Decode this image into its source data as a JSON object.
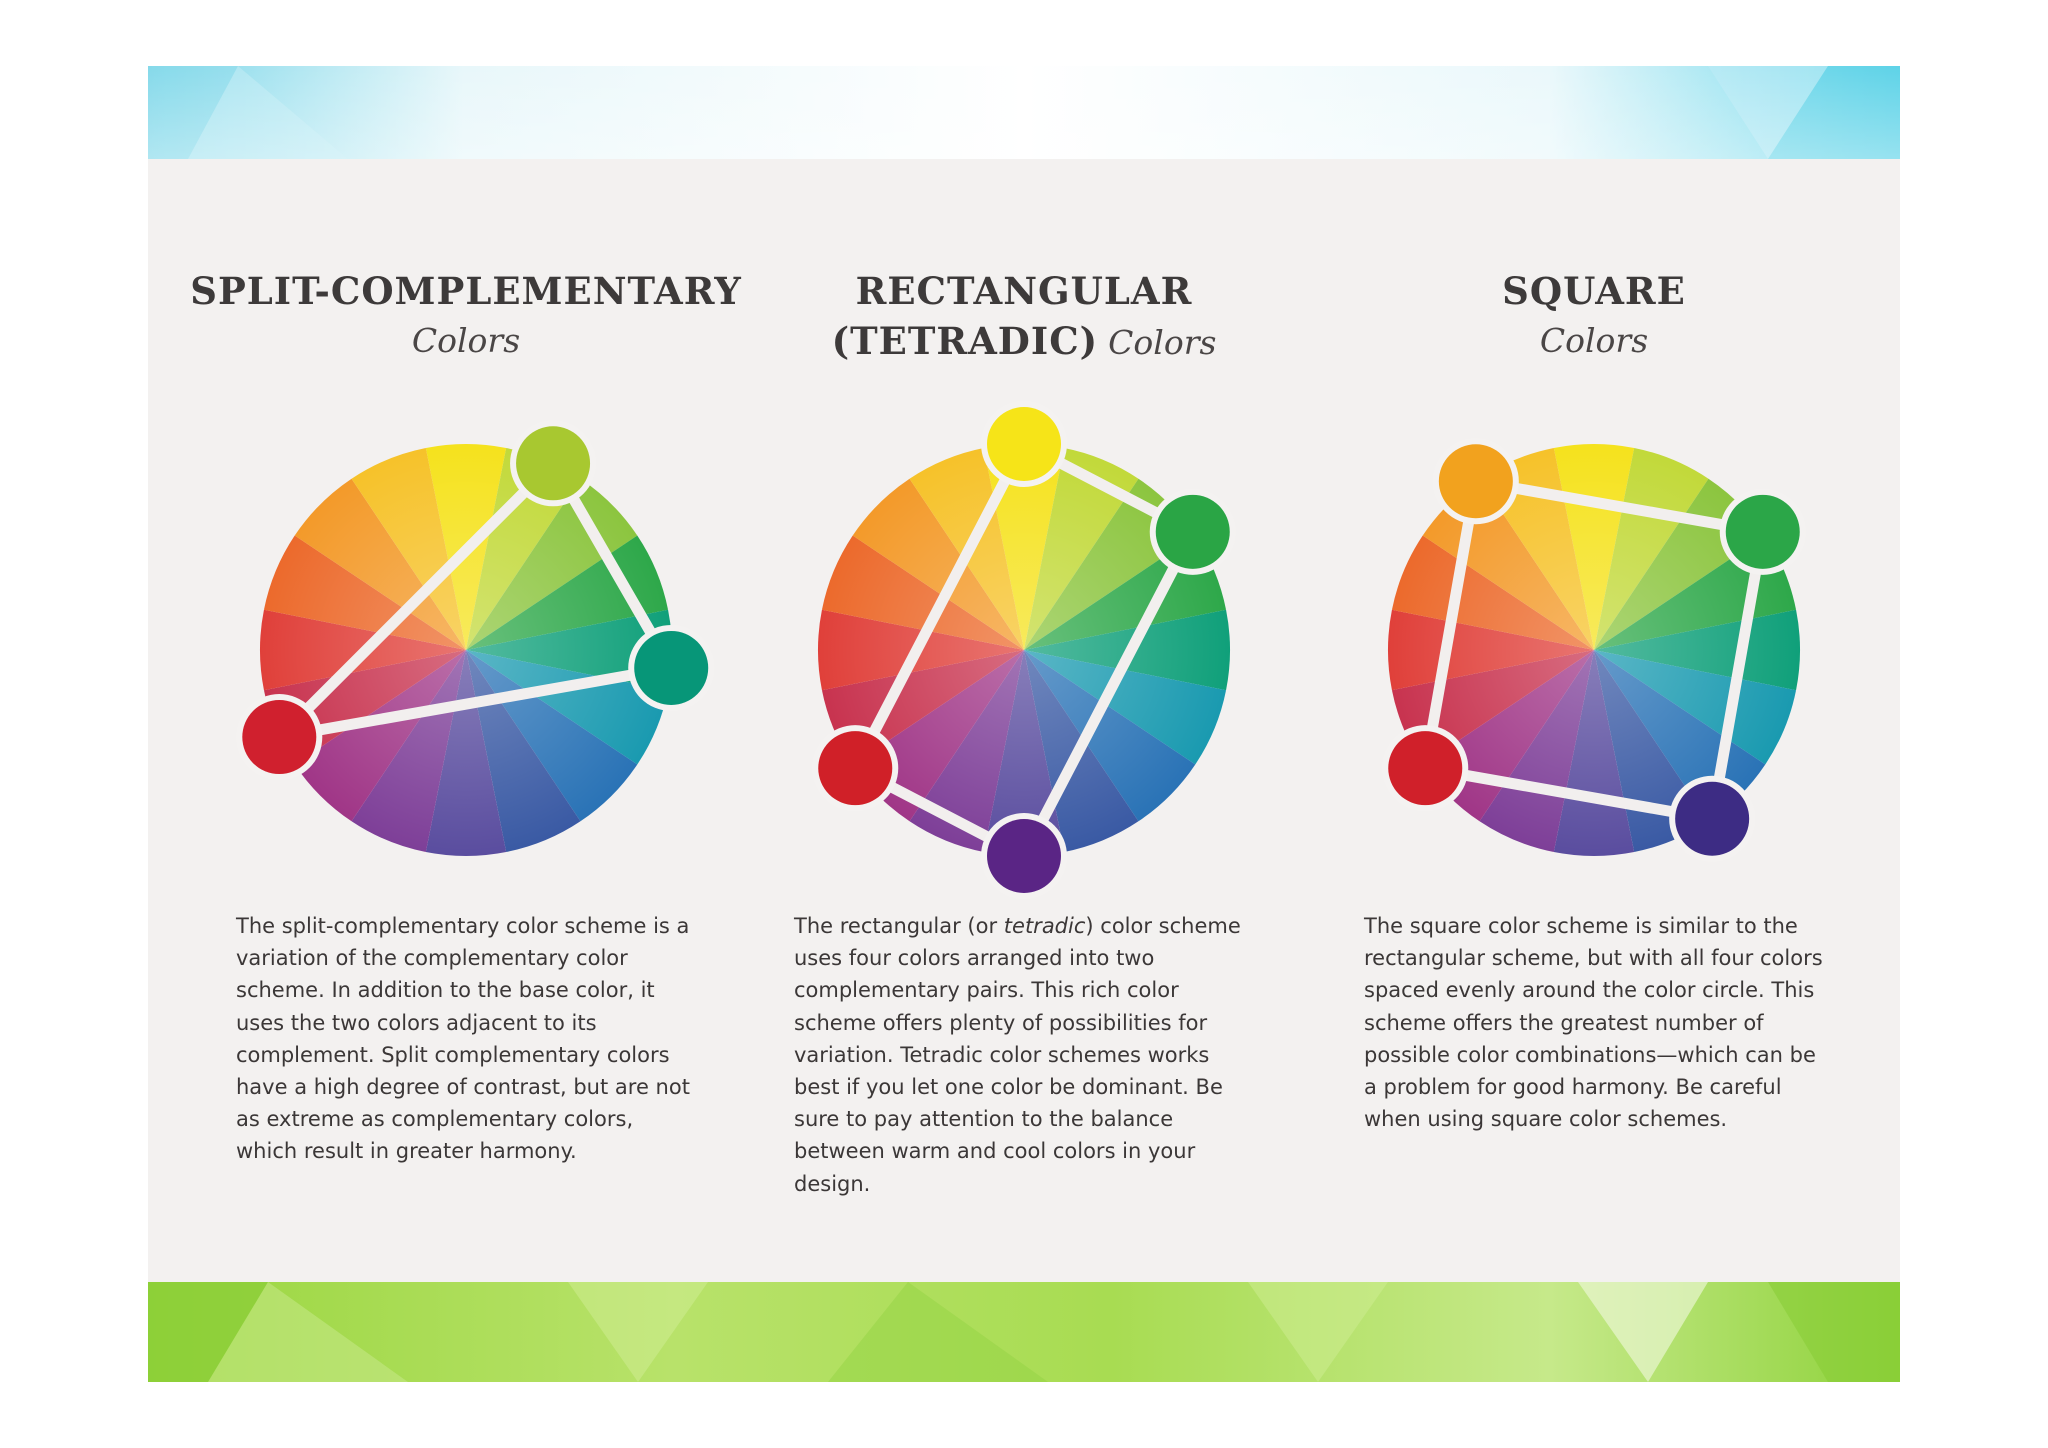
{
  "columns": [
    {
      "title_line1": "SPLIT-COMPLEMENTARY",
      "title_line2": "",
      "subtitle": "Colors",
      "description_parts": [
        "The split-complementary color scheme is a variation of the complementary color scheme. In addition to the base color, it uses the two colors adjacent to its complement. Split complementary colors have a high degree of contrast, but are not as extreme as complementary colors, which result in greater harmony."
      ],
      "scheme": "split-complementary",
      "selected_hues": [
        {
          "color": "#a8c830",
          "angle_deg": 25
        },
        {
          "color": "#079678",
          "angle_deg": 95
        },
        {
          "color": "#d0202e",
          "angle_deg": 245
        }
      ]
    },
    {
      "title_line1": "RECTANGULAR",
      "title_line2": "(TETRADIC)",
      "subtitle": "Colors",
      "description_parts": [
        "The rectangular (or ",
        "tetradic",
        ") color scheme uses four colors arranged into two complementary pairs. This rich color scheme offers plenty of possibilities for variation. Tetradic color schemes works best if you let one color be dominant. Be sure to pay attention to the balance between warm and cool colors in your design."
      ],
      "scheme": "rectangular",
      "selected_hues": [
        {
          "color": "#f6e418",
          "angle_deg": 0
        },
        {
          "color": "#2aa545",
          "angle_deg": 55
        },
        {
          "color": "#5a2585",
          "angle_deg": 180
        },
        {
          "color": "#d02028",
          "angle_deg": 235
        }
      ]
    },
    {
      "title_line1": "SQUARE",
      "title_line2": "",
      "subtitle": "Colors",
      "description_parts": [
        "The square color scheme is similar to the rectangular scheme, but with all four colors spaced evenly around the color circle. This scheme offers the greatest number of possible color combinations—which can be a problem for good harmony. Be careful when using square color schemes."
      ],
      "scheme": "square",
      "selected_hues": [
        {
          "color": "#f2a21e",
          "angle_deg": 325
        },
        {
          "color": "#2ba648",
          "angle_deg": 55
        },
        {
          "color": "#3d2c84",
          "angle_deg": 145
        },
        {
          "color": "#d0202a",
          "angle_deg": 235
        }
      ]
    }
  ],
  "wheel_colors": [
    "#f5e21d",
    "#c2d93a",
    "#8cc53f",
    "#2ea84a",
    "#10a07a",
    "#1a9ab0",
    "#2a73b6",
    "#3a5aa4",
    "#5a4d9f",
    "#7e3f98",
    "#a03687",
    "#c8334f",
    "#e0403a",
    "#ec6a2c",
    "#f39a2a",
    "#f6c22a"
  ],
  "colors": {
    "card_background": "#f3f1f0",
    "top_band": [
      "#5ed2e8",
      "#9fe3f0",
      "#ffffff"
    ],
    "bottom_band": [
      "#8fd13a",
      "#b6e264",
      "#e8f6c8"
    ],
    "connector": "#f2efee"
  }
}
